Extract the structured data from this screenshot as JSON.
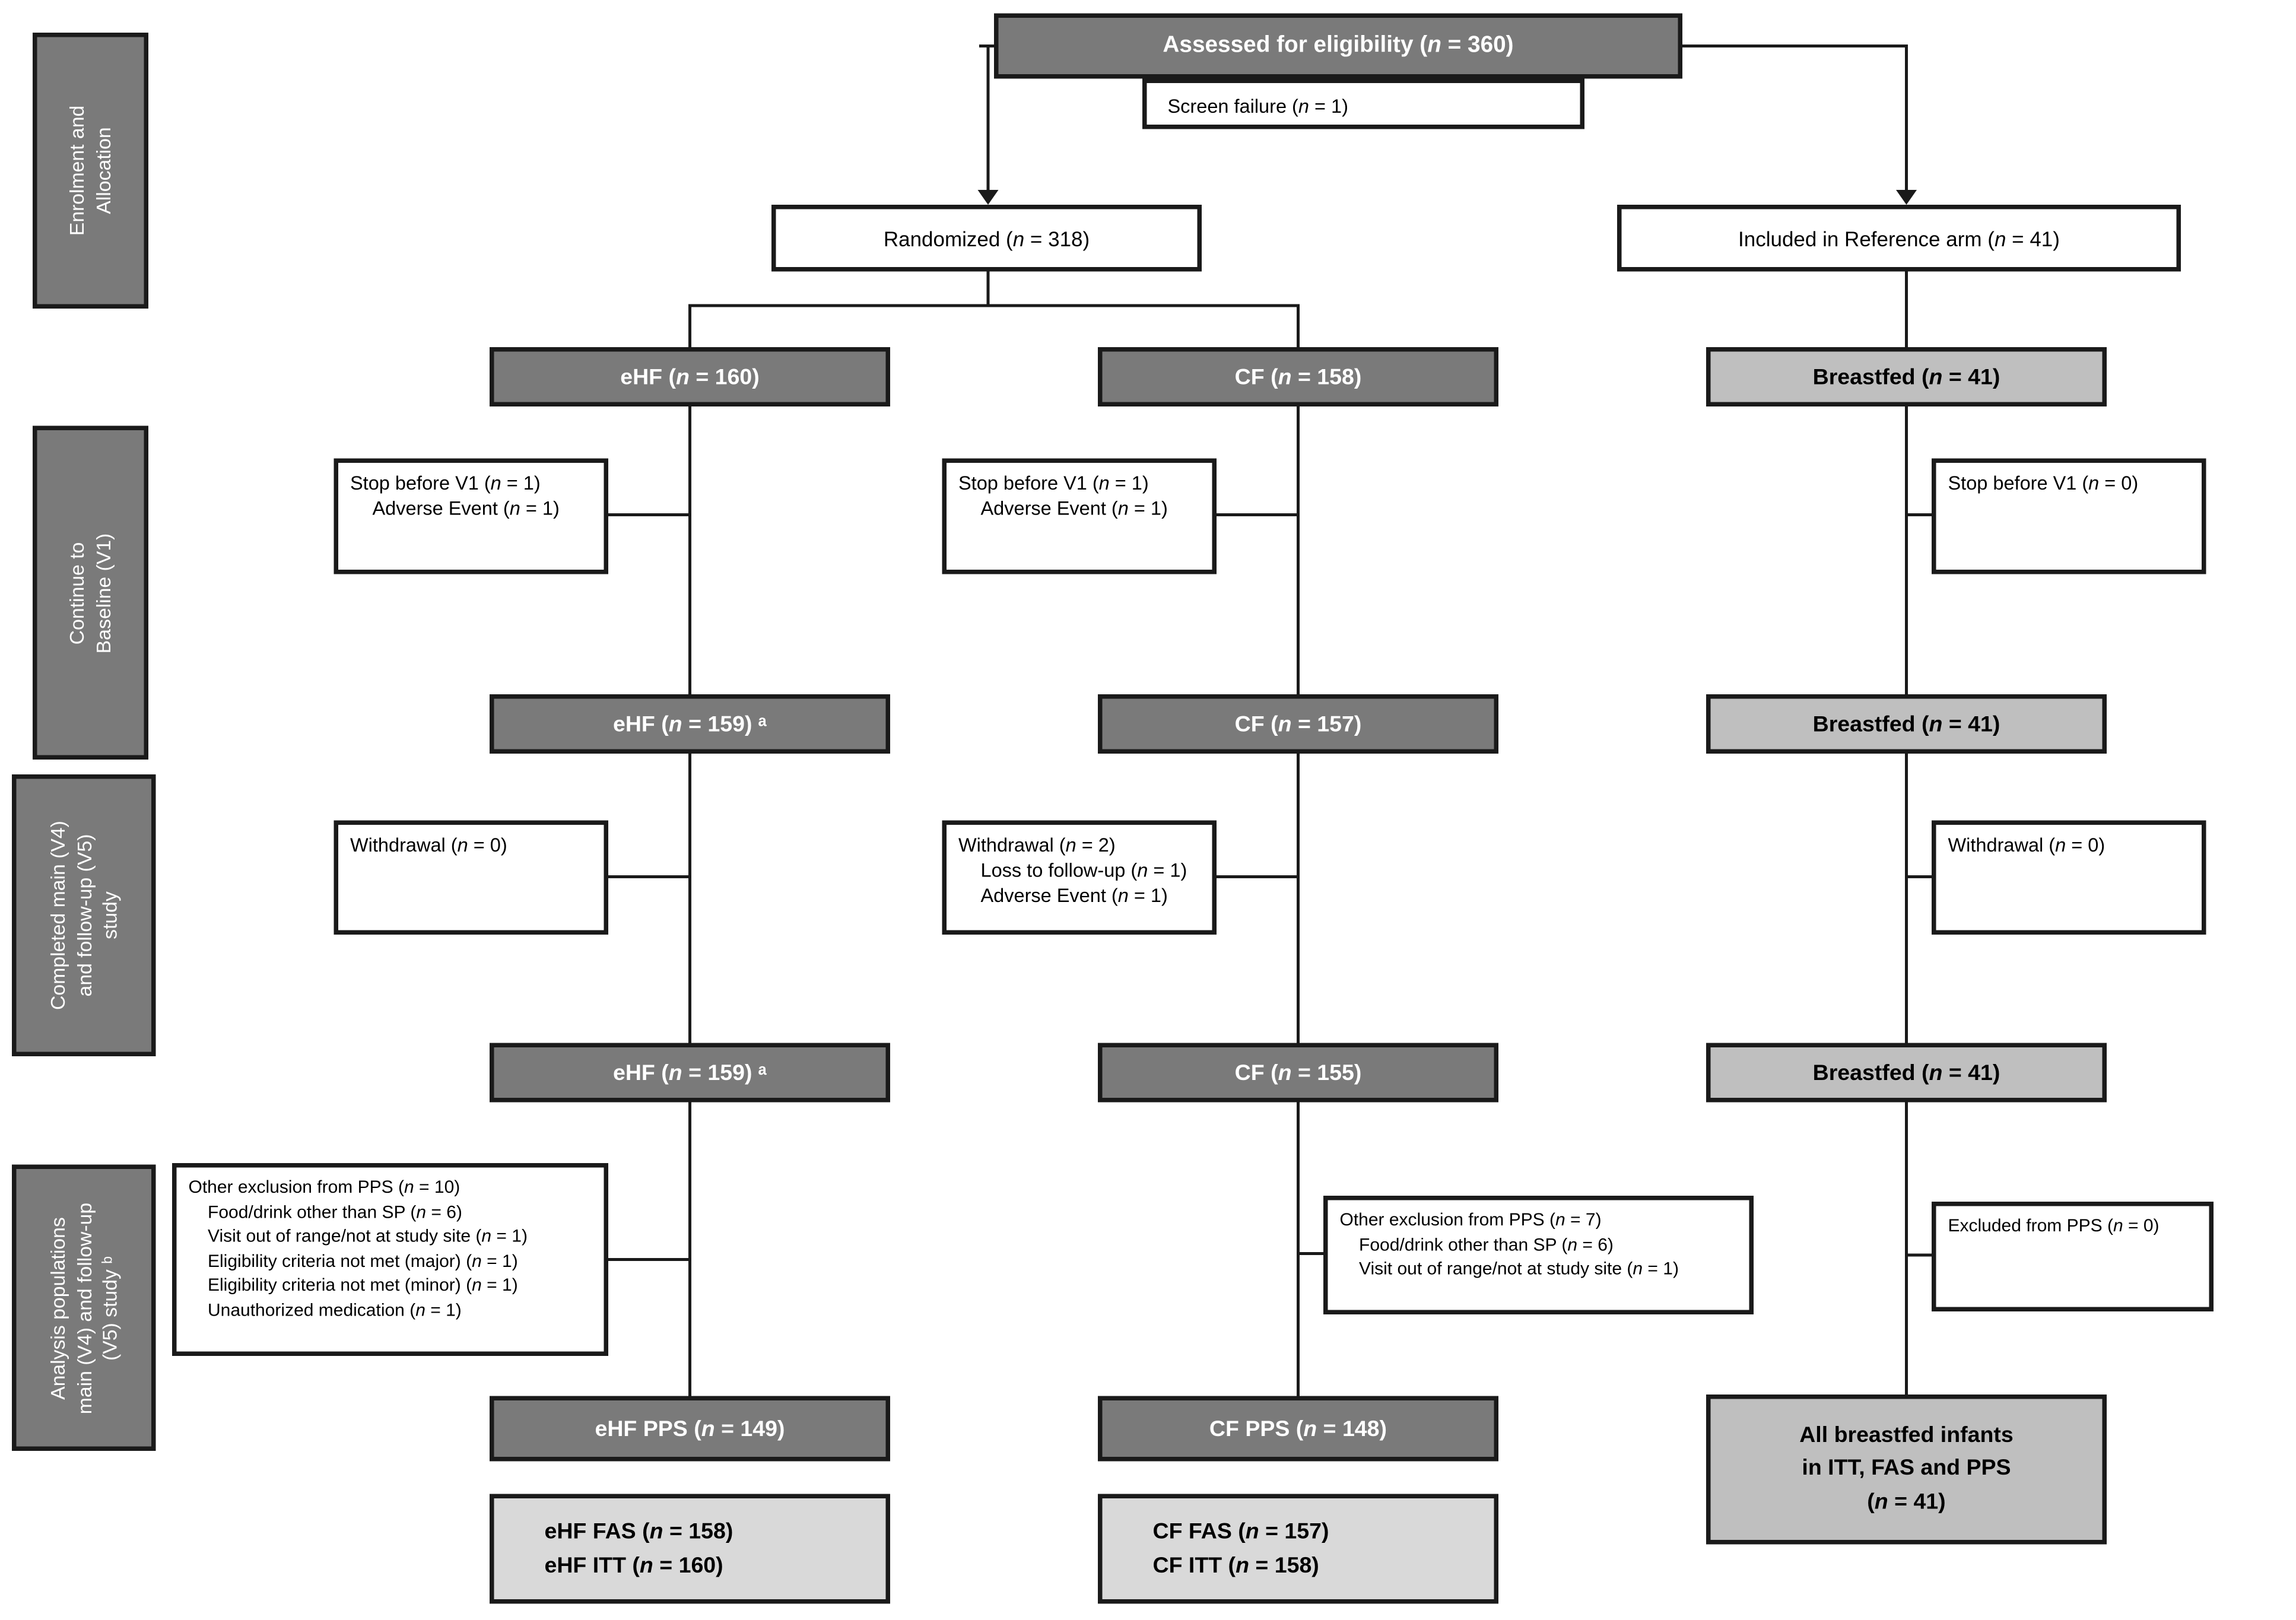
{
  "palette": {
    "dark_gray": "#7a7a7a",
    "reference_gray": "#bfbfbf",
    "analysis_gray": "#d9d9d9",
    "line_black": "#1a1a1a",
    "box_white": "#ffffff"
  },
  "stages": {
    "enrolment": "Enrolment and\nAllocation",
    "baseline": "Continue to\nBaseline (V1)",
    "completed": "Completed main (V4)\nand follow-up (V5)\nstudy",
    "analysis": "Analysis populations\nmain (V4) and follow-up\n(V5) study ᵇ"
  },
  "top": {
    "assessed": "Assessed for eligibility (n = 360)",
    "screen_failure": "Screen failure (n = 1)",
    "randomized": "Randomized (n = 318)",
    "reference": "Included in Reference arm (n = 41)"
  },
  "ehf": {
    "alloc": "eHF (n = 160)",
    "stop": [
      "Stop before V1 (n = 1)",
      "Adverse Event (n = 1)"
    ],
    "baseline": "eHF (n = 159) ᵃ",
    "withdrawal": [
      "Withdrawal (n = 0)"
    ],
    "completed": "eHF (n = 159) ᵃ",
    "exclusions": [
      "Other exclusion from PPS (n = 10)",
      "Food/drink other than SP (n = 6)",
      "Visit out of range/not at study site (n = 1)",
      "Eligibility criteria not met (major) (n = 1)",
      "Eligibility criteria not met (minor) (n = 1)",
      "Unauthorized medication (n = 1)"
    ],
    "pps": "eHF PPS (n = 149)",
    "analysis": [
      "eHF FAS (n = 158)",
      "eHF ITT (n = 160)"
    ]
  },
  "cf": {
    "alloc": "CF (n = 158)",
    "stop": [
      "Stop before V1 (n = 1)",
      "Adverse Event (n = 1)"
    ],
    "baseline": "CF (n = 157)",
    "withdrawal": [
      "Withdrawal (n = 2)",
      "Loss to follow-up (n = 1)",
      "Adverse Event (n = 1)"
    ],
    "completed": "CF (n = 155)",
    "exclusions": [
      "Other exclusion from PPS (n = 7)",
      "Food/drink other than SP (n = 6)",
      "Visit out of range/not at study site (n = 1)"
    ],
    "pps": "CF PPS (n = 148)",
    "analysis": [
      "CF FAS (n = 157)",
      "CF ITT (n = 158)"
    ]
  },
  "bf": {
    "alloc": "Breastfed (n = 41)",
    "stop": [
      "Stop before V1 (n = 0)"
    ],
    "baseline": "Breastfed (n = 41)",
    "withdrawal": [
      "Withdrawal (n = 0)"
    ],
    "completed": "Breastfed (n = 41)",
    "excluded": [
      "Excluded from PPS (n = 0)"
    ],
    "analysis": "All breastfed infants\nin ITT, FAS and PPS\n(n = 41)"
  }
}
